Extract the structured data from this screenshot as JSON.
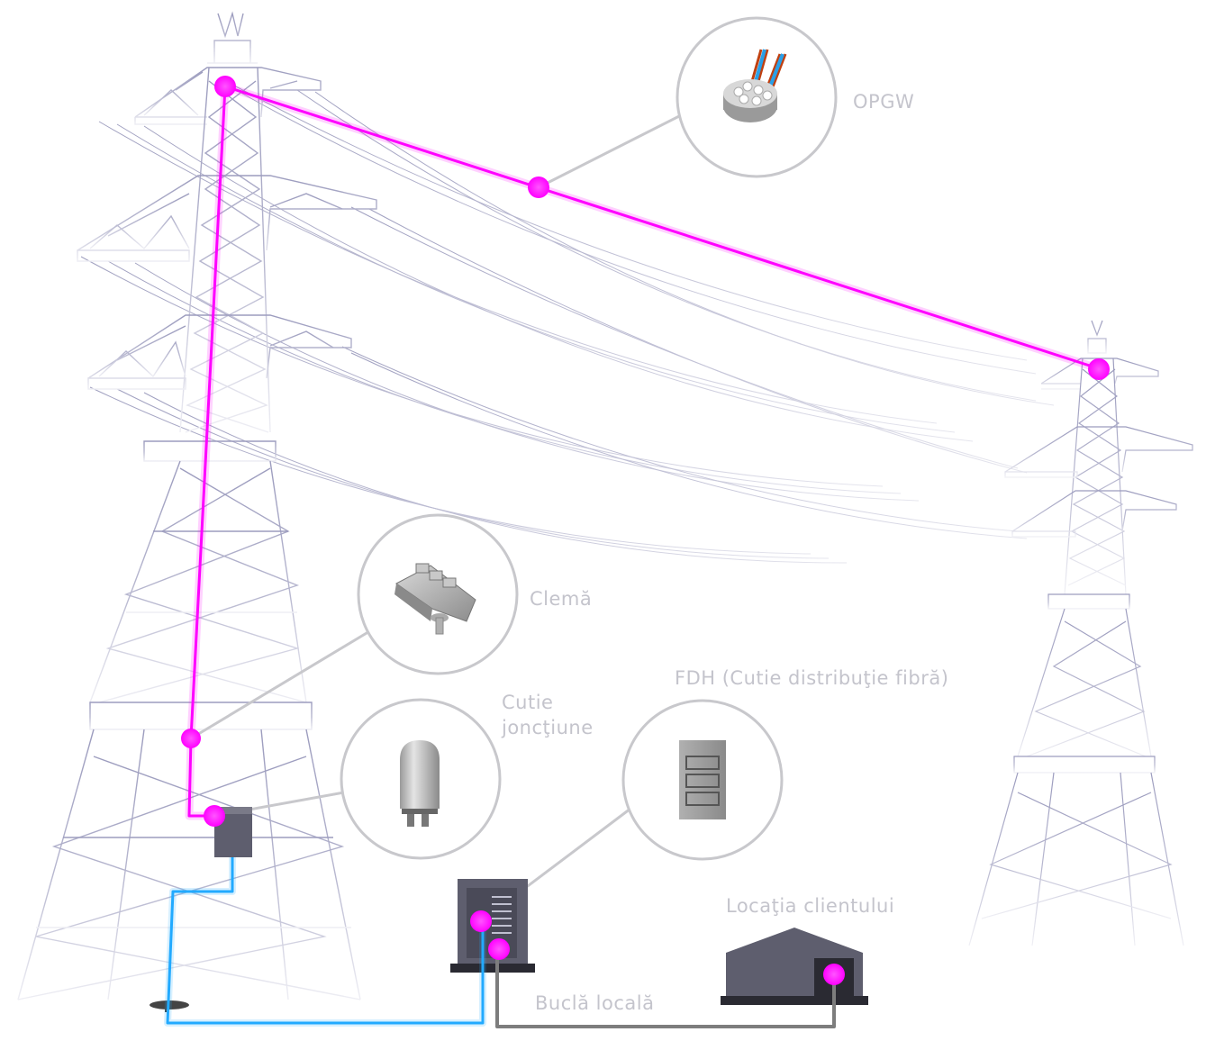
{
  "labels": {
    "opgw": "OPGW",
    "clema": "Clemă",
    "cutie_jonctiune": "Cutie\njoncţiune",
    "fdh": "FDH (Cutie distribuţie fibră)",
    "locatia_clientului": "Locaţia clientului",
    "bucla_locala": "Buclă locală"
  },
  "colors": {
    "fiber_magenta": "#ff00ff",
    "fiber_blue": "#22aaff",
    "local_loop_gray": "#7d7d7d",
    "tower_lines": "#a8a8c6",
    "callout_gray": "#c8c8cc",
    "box_dark": "#5e5e6e"
  },
  "icons": [
    "opgw-cable-icon",
    "clamp-icon",
    "splice-closure-icon",
    "fdh-cabinet-icon"
  ]
}
